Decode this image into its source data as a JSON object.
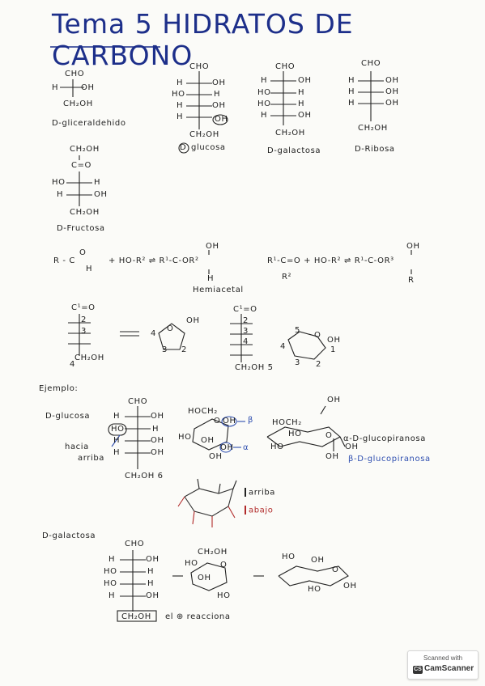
{
  "title": "Tema 5  HIDRATOS DE CARBONO",
  "labels": {
    "gliceraldehido": "D-gliceraldehido",
    "glucosa": "glucosa",
    "galactosa_1": "D-galactosa",
    "ribosa": "D-Ribosa",
    "fructosa": "D-Fructosa",
    "hemiacetal": "Hemiacetal",
    "ejemplo": "Ejemplo:",
    "d_glucosa": "D-glucosa",
    "hacia": "hacia",
    "arriba": "arriba",
    "alfa_gluco": "α-D-glucopiranosa",
    "beta_gluco": "β-D-glucopiranosa",
    "arriba_leg": "arriba",
    "abajo_leg": "abajo",
    "galactosa_2": "D-galactosa",
    "reacciona": "el ⊕ reacciona"
  },
  "chem": {
    "cho": "CHO",
    "ch2oh": "CH₂OH",
    "h": "H",
    "oh": "OH",
    "ho": "HO",
    "c_eq_o": "C=O",
    "r": "R",
    "num1": "1",
    "num2": "2",
    "num3": "3",
    "num4": "4",
    "num5": "5",
    "num6": "6",
    "alfa": "α",
    "beta": "β",
    "o": "O",
    "hoch2": "HOCH₂",
    "c1": "C¹=O",
    "rxn1_left": "R - C",
    "rxn1_right": "+ HO-R² ⇌ R¹-C-OR²",
    "rxn2": "R¹-C=O + HO-R² ⇌ R¹-C-OR³",
    "r2": "R²",
    "ch2oh_num": "CH₂OH 6",
    "ch2oh_sub": "CH₂OH 5"
  },
  "badge": {
    "top": "Scanned with",
    "brand": "CamScanner",
    "icon": "CS"
  }
}
